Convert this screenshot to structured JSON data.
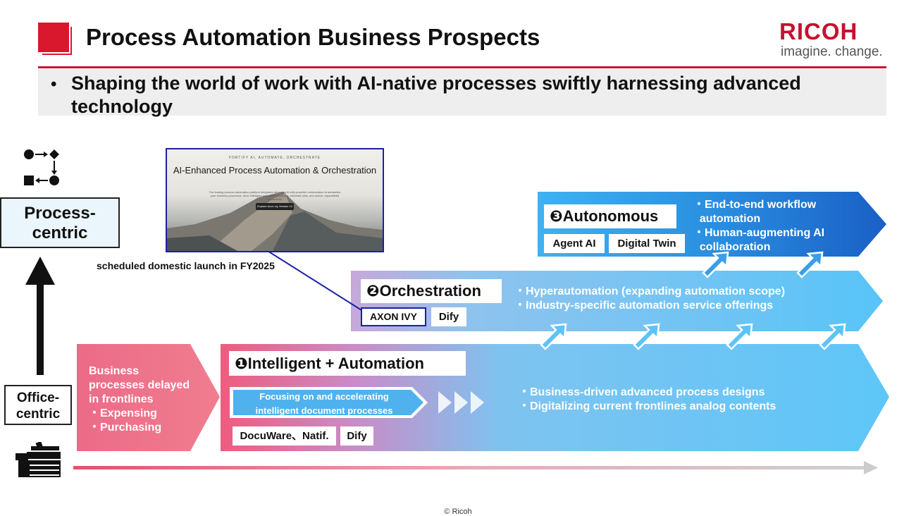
{
  "header": {
    "title": "Process Automation Business Prospects",
    "logo_word": "RICOH",
    "logo_tagline": "imagine. change.",
    "subtitle_bullet": "•",
    "subtitle": "Shaping the world of work with AI-native processes swiftly harnessing advanced technology"
  },
  "axis": {
    "top_label": "Process-centric",
    "bottom_label": "Office-centric"
  },
  "thumbnail": {
    "eyebrow": "FORTIFY AI, AUTOMATE, ORCHESTRATE",
    "title": "AI-Enhanced Process Automation & Orchestration",
    "body": "The leading process automation platform integrates advanced AI with powerful orchestration to streamline your business processes, drive intelligent automation solutions, eliminate silos, and unlock unparalleled productivity",
    "button": "Explore Axon Ivy Version 13",
    "caption": "scheduled domestic launch in FY2025"
  },
  "stage3": {
    "title": "❸Autonomous",
    "chips": [
      "Agent AI",
      "Digital Twin"
    ],
    "points": [
      "・End-to-end workflow",
      "  automation",
      "・Human-augmenting AI",
      "  collaboration"
    ]
  },
  "stage2": {
    "title": "❷Orchestration",
    "chips": [
      "AXON IVY",
      "Dify"
    ],
    "points": [
      "・Hyperautomation (expanding automation scope)",
      "・Industry-specific automation service offerings"
    ]
  },
  "stage1": {
    "title": "❶Intelligent + Automation",
    "focus_lines": [
      "Focusing on and accelerating",
      "intelligent document processes"
    ],
    "chips": [
      "DocuWare、Natif.",
      "Dify"
    ],
    "points": [
      "・Business-driven advanced process designs",
      "・Digitalizing current frontlines analog contents"
    ]
  },
  "frontline": {
    "lines": [
      "Business",
      "processes delayed",
      "in frontlines",
      "・Expensing",
      "・Purchasing"
    ]
  },
  "footer": {
    "copyright": "© Ricoh"
  },
  "colors": {
    "brand_red": "#c8102e",
    "accent_blue": "#1b1fa8",
    "band_blue": "#5ec3f5",
    "band_deep_blue": "#1f6fd0",
    "band_pink": "#ee6f86",
    "band_lilac": "#c8a9d8"
  },
  "icons": [
    "process-flow-icon",
    "up-arrow-icon",
    "printer-icon",
    "timeline-arrow-icon",
    "diagonal-up-arrow-icon",
    "triple-chevron-icon"
  ]
}
